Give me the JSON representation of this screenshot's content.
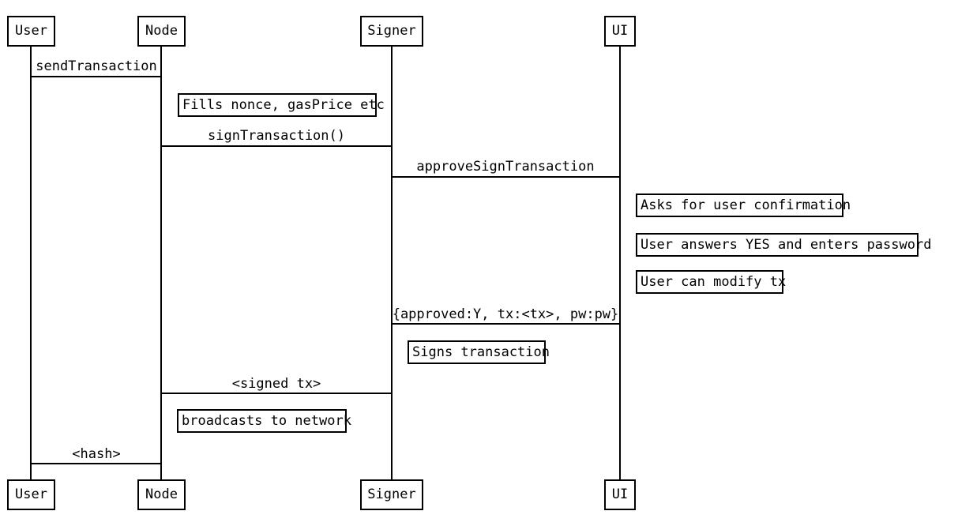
{
  "diagram_type": "uml-sequence-diagram",
  "colors": {
    "background": "#ffffff",
    "line": "#000000",
    "text": "#000000"
  },
  "actors": [
    {
      "label": "User"
    },
    {
      "label": "Node"
    },
    {
      "label": "Signer"
    },
    {
      "label": "UI"
    }
  ],
  "messages": [
    {
      "label": "sendTransaction",
      "from": "User",
      "to": "Node"
    },
    {
      "label": "signTransaction()",
      "from": "Node",
      "to": "Signer"
    },
    {
      "label": "approveSignTransaction",
      "from": "Signer",
      "to": "UI"
    },
    {
      "label": "{approved:Y, tx:<tx>, pw:pw}",
      "from": "UI",
      "to": "Signer"
    },
    {
      "label": "<signed tx>",
      "from": "Signer",
      "to": "Node"
    },
    {
      "label": "<hash>",
      "from": "Node",
      "to": "User"
    }
  ],
  "notes": [
    {
      "text": "Fills nonce, gasPrice etc",
      "actor": "Node"
    },
    {
      "text": "Asks for user confirmation",
      "actor": "UI"
    },
    {
      "text": "User answers YES and enters password",
      "actor": "UI"
    },
    {
      "text": "User can modify tx",
      "actor": "UI"
    },
    {
      "text": "Signs transaction",
      "actor": "Signer"
    },
    {
      "text": "broadcasts to network",
      "actor": "Node"
    }
  ]
}
